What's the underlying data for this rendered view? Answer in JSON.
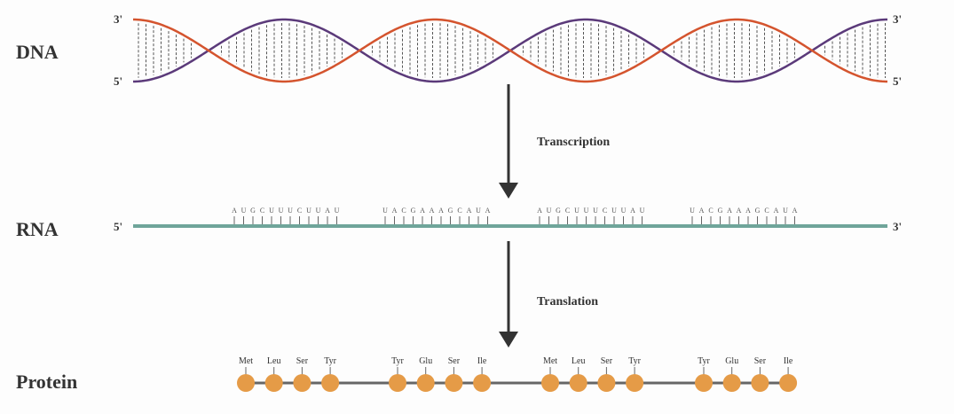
{
  "labels": {
    "dna": "DNA",
    "rna": "RNA",
    "protein": "Protein"
  },
  "ends": {
    "dna_left_top": "3'",
    "dna_left_bottom": "5'",
    "dna_right_top": "3'",
    "dna_right_bottom": "5'",
    "rna_left": "5'",
    "rna_right": "3'"
  },
  "processes": {
    "transcription": "Transcription",
    "translation": "Translation"
  },
  "rna_groups": [
    "AUGCUUUCUUAU",
    "UACGAAAGCAUA",
    "AUGCUUUCUUAU",
    "UACGAAAGCAUA"
  ],
  "protein_groups": [
    [
      "Met",
      "Leu",
      "Ser",
      "Tyr"
    ],
    [
      "Tyr",
      "Glu",
      "Ser",
      "Ile"
    ],
    [
      "Met",
      "Leu",
      "Ser",
      "Tyr"
    ],
    [
      "Tyr",
      "Glu",
      "Ser",
      "Ile"
    ]
  ],
  "colors": {
    "strand_a": "#d4542e",
    "strand_b": "#5b3a7a",
    "rna": "#6fa59a",
    "amino": "#e59b47",
    "chain": "#666666",
    "arrow": "#333333"
  }
}
